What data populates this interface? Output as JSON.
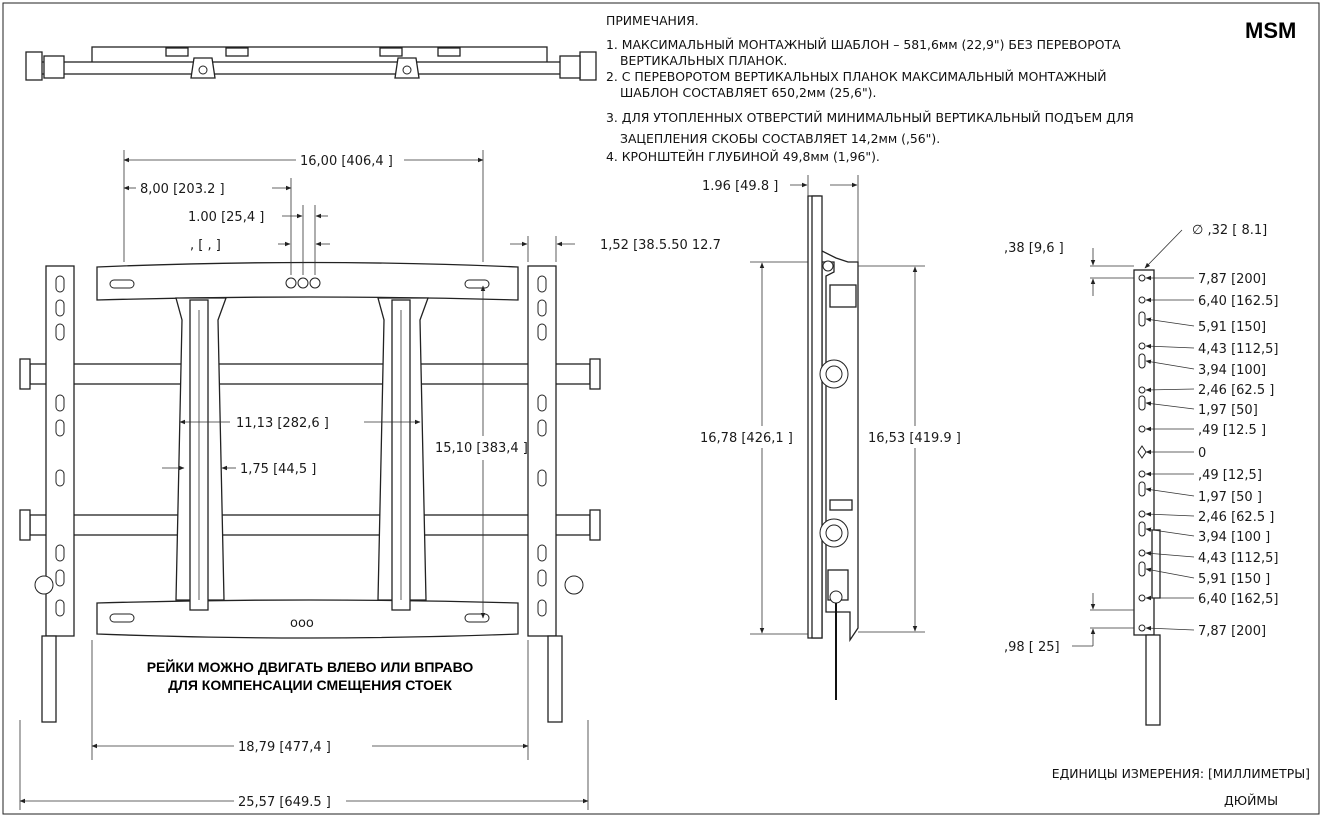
{
  "brand": "MSM",
  "notes": {
    "heading": "ПРИМЕЧАНИЯ.",
    "lines": [
      "1. МАКСИМАЛЬНЫЙ МОНТАЖНЫЙ ШАБЛОН – 581,6мм (22,9\") БЕЗ ПЕРЕВОРОТА",
      "ВЕРТИКАЛЬНЫХ ПЛАНОК.",
      "2. С ПЕРЕВОРОТОМ ВЕРТИКАЛЬНЫХ ПЛАНОК МАКСИМАЛЬНЫЙ МОНТАЖНЫЙ",
      "ШАБЛОН СОСТАВЛЯЕТ 650,2мм (25,6\").",
      "3.  ДЛЯ УТОПЛЕННЫХ ОТВЕРСТИЙ МИНИМАЛЬНЫЙ ВЕРТИКАЛЬНЫЙ ПОДЪЕМ ДЛЯ",
      "ЗАЦЕПЛЕНИЯ СКОБЫ СОСТАВЛЯЕТ 14,2мм (,56\").",
      "4. КРОНШТЕЙН ГЛУБИНОЙ 49,8мм (1,96\")."
    ]
  },
  "front_view": {
    "dim_width_16": "16,00 [406,4 ]",
    "dim_half_8": "8,00 [203.2 ]",
    "dim_1_00": "1.00 [25,4 ]",
    "dim_small": ",  [   ,  ]",
    "dim_1_52": "1,52 [38.5.50 12.7",
    "dim_11_13": "11,13 [282,6 ]",
    "dim_1_75": "1,75 [44,5 ]",
    "dim_15_10": "15,10 [383,4 ]",
    "dim_18_79": "18,79 [477,4 ]",
    "dim_25_57": "25,57 [649.5 ]",
    "caption_line1": "РЕЙКИ МОЖНО ДВИГАТЬ ВЛЕВО ИЛИ ВПРАВО",
    "caption_line2": "ДЛЯ КОМПЕНСАЦИИ СМЕЩЕНИЯ СТОЕК",
    "ooo": "ooo"
  },
  "side_view": {
    "dim_depth": "1.96 [49.8 ]",
    "dim_height_outer": "16,78 [426,1 ]",
    "dim_height_inner": "16,53 [419.9 ]"
  },
  "rail_view": {
    "dim_top": ",38 [9,6 ]",
    "dim_bottom": ",98 [ 25]",
    "dim_diameter": "∅ ,32 [ 8.1]",
    "holes": [
      "7,87 [200]",
      "6,40 [162.5]",
      "5,91 [150]",
      "4,43 [112,5]",
      "3,94 [100]",
      "2,46 [62.5 ]",
      "1,97 [50]",
      ",49 [12.5 ]",
      "0",
      ",49 [12,5]",
      "1,97 [50 ]",
      "2,46 [62.5 ]",
      "3,94 [100 ]",
      "4,43 [112,5]",
      "5,91 [150 ]",
      "6,40 [162,5]",
      "7,87 [200]"
    ]
  },
  "units": {
    "line1": "ЕДИНИЦЫ ИЗМЕРЕНИЯ: [МИЛЛИМЕТРЫ]",
    "line2": "ДЮЙМЫ"
  }
}
